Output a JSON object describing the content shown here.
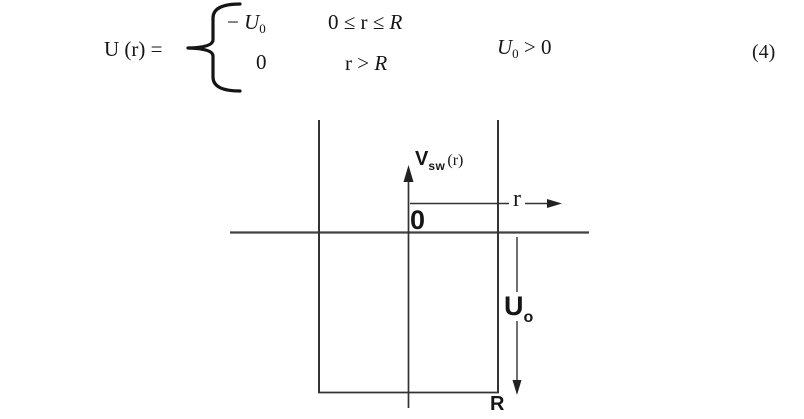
{
  "colors": {
    "ink": "#151515",
    "line": "#3a3a3a",
    "background": "#ffffff"
  },
  "equation": {
    "lhs": "U (r) =",
    "cases": [
      {
        "value": {
          "prefix": "− ",
          "var": "U",
          "sub": "0"
        },
        "condition": {
          "pre": "0 ≤ r ≤ ",
          "var": "R"
        }
      },
      {
        "value": {
          "prefix": "0",
          "var": "",
          "sub": ""
        },
        "condition": {
          "pre": "r > ",
          "var": "R"
        }
      }
    ],
    "constraint": {
      "var": "U",
      "sub": "0",
      "rest": " > 0"
    },
    "number": "(4)"
  },
  "diagram": {
    "y_axis_label": {
      "var": "V",
      "sub": "sw",
      "suffix": "(r)"
    },
    "origin_label": "0",
    "x_axis_label": "r",
    "depth_label": {
      "var": "U",
      "sub": "o"
    },
    "width_label": "R"
  }
}
